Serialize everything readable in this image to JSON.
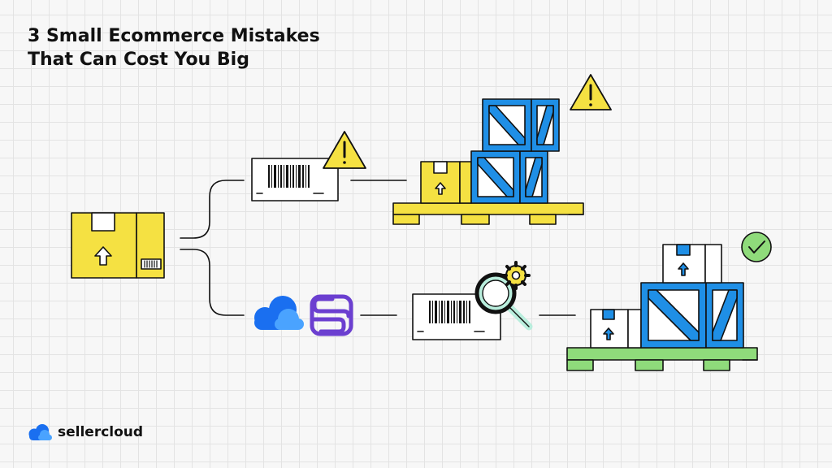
{
  "header": {
    "title_line1": "3 Small Ecommerce Mistakes",
    "title_line2": "That Can Cost You Big"
  },
  "brand": {
    "name": "sellercloud",
    "logo_icon": "cloud-icon"
  },
  "colors": {
    "box_yellow": "#f5e142",
    "crate_blue": "#1f8fe6",
    "pallet_green": "#8fdb7b",
    "warning_yellow": "#f5e142",
    "check_green": "#8fdb7b",
    "cloud_blue": "#1a6ff0",
    "stack_purple": "#6b3fd0",
    "magnifier_teal": "#b9eedd",
    "outline": "#111111"
  },
  "icons": {
    "source_box": "package-icon",
    "barcode": "barcode-icon",
    "warning": "warning-icon",
    "crate": "crate-icon",
    "pallet": "pallet-icon",
    "cloud": "cloud-icon",
    "integration": "stack-logo-icon",
    "magnifier": "magnifier-icon",
    "gear": "gear-icon",
    "check": "checkmark-icon"
  }
}
